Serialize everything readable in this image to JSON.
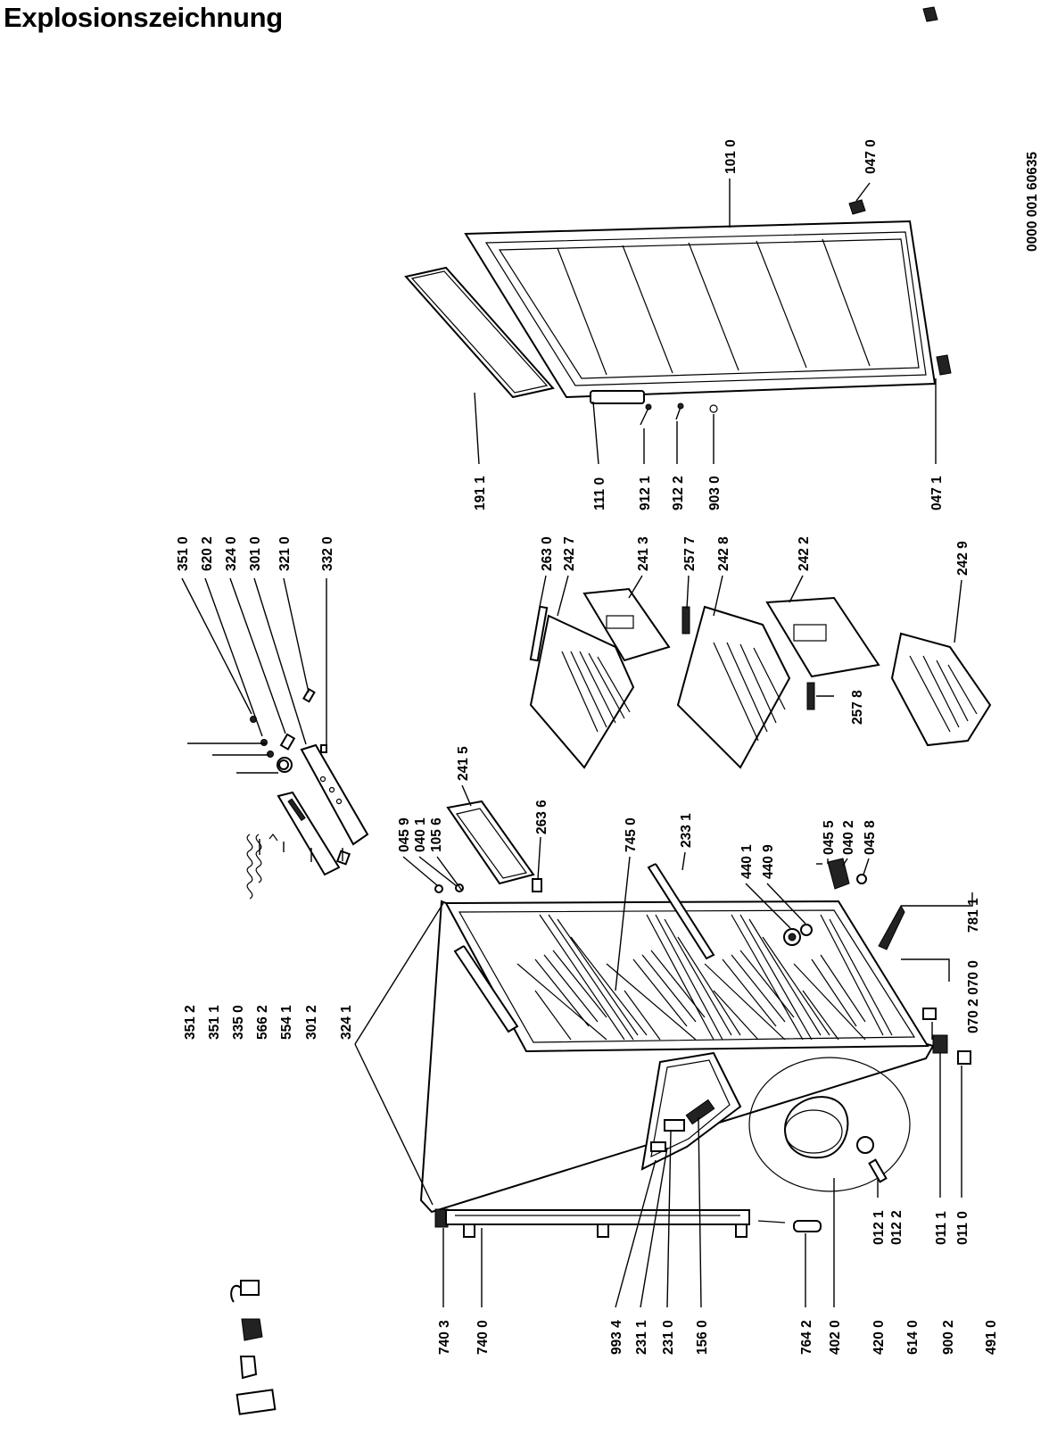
{
  "title": "Explosionszeichnung",
  "doc_number": "0000 001 60635",
  "labels": {
    "p351_2": "351 2",
    "p351_1": "351 1",
    "p335_0": "335 0",
    "p566_2": "566 2",
    "p554_1": "554 1",
    "p301_2": "301 2",
    "p324_1": "324 1",
    "p351_0": "351 0",
    "p620_2": "620 2",
    "p324_0": "324 0",
    "p301_0": "301 0",
    "p321_0": "321 0",
    "p332_0": "332 0",
    "p263_0": "263 0",
    "p242_7": "242 7",
    "p241_3": "241 3",
    "p257_7": "257 7",
    "p242_8": "242 8",
    "p242_2": "242 2",
    "p242_9": "242 9",
    "p257_8": "257 8",
    "p191_1": "191 1",
    "p111_0": "111 0",
    "p912_1": "912 1",
    "p912_2": "912 2",
    "p903_0": "903 0",
    "p047_1": "047 1",
    "p101_0": "101 0",
    "p047_0": "047 0",
    "p045_9": "045 9",
    "p040_1": "040 1",
    "p105_6": "105 6",
    "p241_5": "241 5",
    "p263_6": "263 6",
    "p745_0": "745 0",
    "p233_1": "233 1",
    "p440_1": "440 1",
    "p440_9": "440 9",
    "p045_5": "045 5",
    "p040_2": "040 2",
    "p045_8": "045 8",
    "p781_1": "781 1",
    "p070_2_070_0": "070 2 070 0",
    "p011_1": "011 1",
    "p011_0": "011 0",
    "p012_1": "012 1",
    "p012_2": "012 2",
    "p740_3": "740 3",
    "p740_0": "740 0",
    "p993_4": "993 4",
    "p231_1": "231 1",
    "p231_0": "231 0",
    "p156_0": "156 0",
    "p764_2": "764 2",
    "p402_0": "402 0",
    "p420_0": "420 0",
    "p614_0": "614 0",
    "p900_2": "900 2",
    "p491_0": "491 0"
  }
}
